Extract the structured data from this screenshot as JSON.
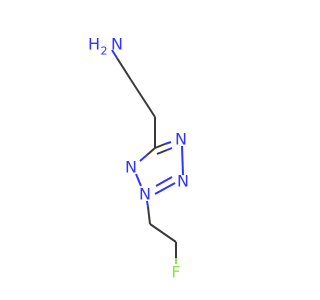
{
  "molecule": {
    "atoms": {
      "amine_h2": "H",
      "amine_h2_sub": "2",
      "amine_n": "N",
      "ring_n_top": "N",
      "ring_n_right": "N",
      "ring_n_left": "N",
      "ring_n_bottom": "N",
      "fluorine": "F"
    },
    "colors": {
      "carbon_bond": "#3a3a3a",
      "nitrogen": "#3333ff",
      "fluorine": "#90e050",
      "background": "#ffffff"
    }
  }
}
